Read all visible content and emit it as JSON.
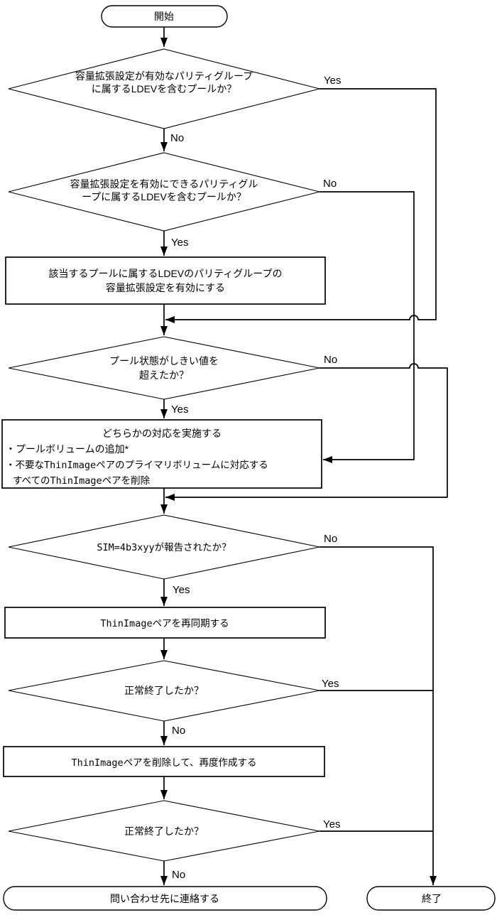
{
  "diagram": {
    "nodes": {
      "start": {
        "label": "開始"
      },
      "d1": {
        "line1": "容量拡張設定が有効なパリティグループ",
        "line2": "に属するLDEVを含むプールか？"
      },
      "d2": {
        "line1": "容量拡張設定を有効にできるパリティグル",
        "line2": "ープに属するLDEVを含むプールか？"
      },
      "p1": {
        "line1": "該当するプールに属するLDEVのパリティグループの",
        "line2": "容量拡張設定を有効にする"
      },
      "d3": {
        "line1": "プール状態がしきい値を",
        "line2": "超えたか？"
      },
      "p2": {
        "line1": "どちらかの対応を実施する",
        "line2": "・プールボリュームの追加*",
        "line3": "・不要なThinImageペアのプライマリボリュームに対応する",
        "line4": "すべてのThinImageペアを削除"
      },
      "d4": {
        "line1": "SIM=4b3xyyが報告されたか？"
      },
      "p3": {
        "line1": "ThinImageペアを再同期する"
      },
      "d5": {
        "line1": "正常終了したか？"
      },
      "p4": {
        "line1": "ThinImageペアを削除して、再度作成する"
      },
      "d6": {
        "line1": "正常終了したか？"
      },
      "contact": {
        "label": "問い合わせ先に連絡する"
      },
      "end": {
        "label": "終了"
      }
    },
    "edges": {
      "d1_yes": "Yes",
      "d1_no": "No",
      "d2_no": "No",
      "d2_yes": "Yes",
      "d3_no": "No",
      "d3_yes": "Yes",
      "d4_no": "No",
      "d4_yes": "Yes",
      "d5_yes": "Yes",
      "d5_no": "No",
      "d6_yes": "Yes",
      "d6_no": "No"
    },
    "colors": {
      "line": "#000000",
      "shape_fill": "#ffffff",
      "background": "#ffffff"
    }
  }
}
